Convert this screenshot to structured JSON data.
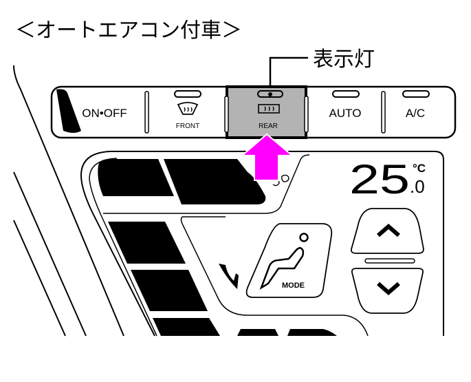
{
  "title": "＜オートエアコン付車＞",
  "callout_label": "表示灯",
  "buttons": [
    {
      "label": "ON•OFF"
    },
    {
      "label": "FRONT",
      "icon": "front-defroster-icon"
    },
    {
      "label": "REAR",
      "icon": "rear-defogger-icon",
      "highlighted": true
    },
    {
      "label": "AUTO"
    },
    {
      "label": "A/C"
    }
  ],
  "display": {
    "temp_int": "25",
    "temp_dec": ".0",
    "unit": "°C"
  },
  "mode_button": {
    "label": "MODE",
    "icon": "seat-person-icon"
  },
  "temp_up_icon": "chevron-up-icon",
  "temp_down_icon": "chevron-down-icon",
  "colors": {
    "highlight": "#b3b3b3",
    "arrow": "#ff00ff"
  }
}
